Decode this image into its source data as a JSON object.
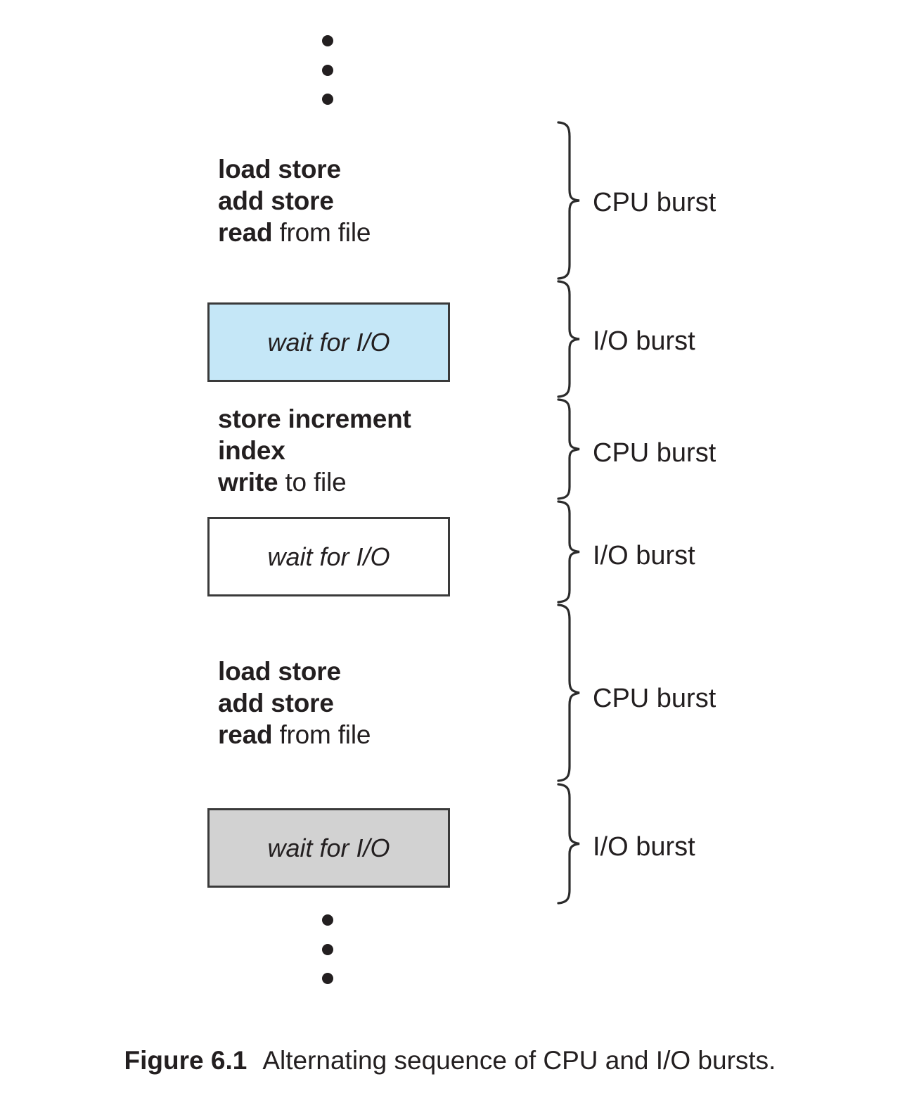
{
  "figure": {
    "caption_number": "Figure 6.1",
    "caption_text": "Alternating sequence of CPU and I/O bursts.",
    "ellipsis_top": "vertical-ellipsis",
    "ellipsis_bottom": "vertical-ellipsis"
  },
  "colors": {
    "io_burst_1_fill": "#c5e7f7",
    "io_burst_2_fill": "#ffffff",
    "io_burst_3_fill": "#d2d2d2",
    "box_border": "#3a3a3a",
    "text": "#231f20",
    "page_background": "#ffffff"
  },
  "instruction_blocks": [
    {
      "id": "cpu-instructions-1",
      "lines": [
        {
          "bold": "load store",
          "regular": ""
        },
        {
          "bold": "add store",
          "regular": ""
        },
        {
          "bold": "read",
          "regular": " from file"
        }
      ]
    },
    {
      "id": "cpu-instructions-2",
      "lines": [
        {
          "bold": "store increment",
          "regular": ""
        },
        {
          "bold": "index",
          "regular": ""
        },
        {
          "bold": "write",
          "regular": " to file"
        }
      ]
    },
    {
      "id": "cpu-instructions-3",
      "lines": [
        {
          "bold": "load store",
          "regular": ""
        },
        {
          "bold": "add store",
          "regular": ""
        },
        {
          "bold": "read",
          "regular": " from file"
        }
      ]
    }
  ],
  "io_boxes": [
    {
      "id": "io-box-1",
      "label": "wait for I/O",
      "fill": "#c5e7f7"
    },
    {
      "id": "io-box-2",
      "label": "wait for I/O",
      "fill": "#ffffff"
    },
    {
      "id": "io-box-3",
      "label": "wait for I/O",
      "fill": "#d2d2d2"
    }
  ],
  "bursts": [
    {
      "index": 0,
      "label": "CPU burst",
      "kind": "cpu"
    },
    {
      "index": 1,
      "label": "I/O burst",
      "kind": "io"
    },
    {
      "index": 2,
      "label": "CPU burst",
      "kind": "cpu"
    },
    {
      "index": 3,
      "label": "I/O burst",
      "kind": "io"
    },
    {
      "index": 4,
      "label": "CPU burst",
      "kind": "cpu"
    },
    {
      "index": 5,
      "label": "I/O burst",
      "kind": "io"
    }
  ]
}
